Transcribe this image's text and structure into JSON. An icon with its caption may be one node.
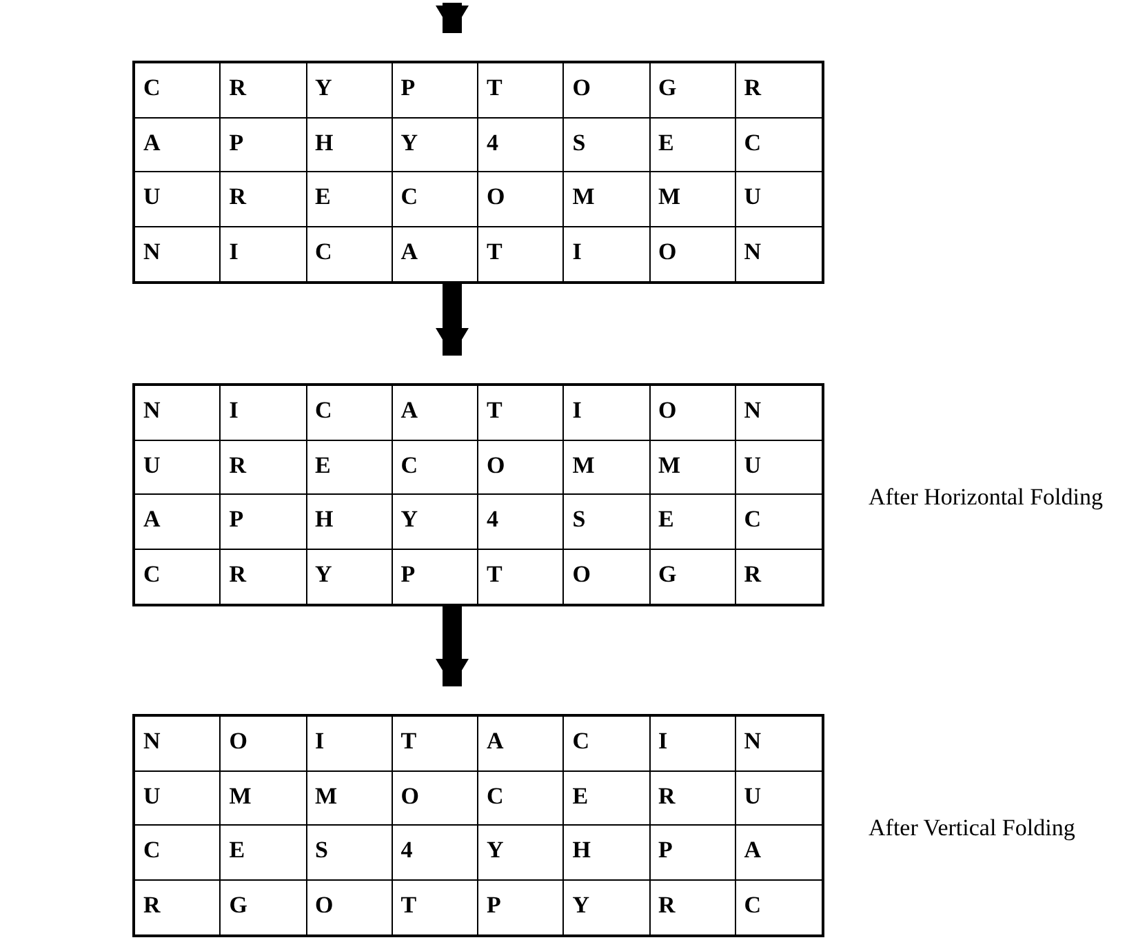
{
  "diagram": {
    "nodes": [
      {
        "text": [
          "C",
          "R",
          "Y",
          "P",
          "T",
          "O",
          "G",
          "R",
          "A",
          "P",
          "H",
          "Y",
          "4",
          "S",
          "E",
          "C",
          "U",
          "R",
          "E",
          "C",
          "O",
          "M",
          "M",
          "U",
          "N",
          "I",
          "C",
          "A",
          "T",
          "I",
          "O",
          "N"
        ]
      },
      {
        "text": [
          "N",
          "I",
          "C",
          "A",
          "T",
          "I",
          "O",
          "N",
          "U",
          "R",
          "E",
          "C",
          "O",
          "M",
          "M",
          "U",
          "A",
          "P",
          "H",
          "Y",
          "4",
          "S",
          "E",
          "C",
          "C",
          "R",
          "Y",
          "P",
          "T",
          "O",
          "G",
          "R"
        ],
        "beside": [
          "After Horizontal Folding"
        ]
      },
      {
        "text": [
          "N",
          "O",
          "I",
          "T",
          "A",
          "C",
          "I",
          "N",
          "U",
          "M",
          "M",
          "O",
          "C",
          "E",
          "R",
          "U",
          "C",
          "E",
          "S",
          "4",
          "Y",
          "H",
          "P",
          "A",
          "R",
          "G",
          "O",
          "T",
          "P",
          "Y",
          "R",
          "C"
        ],
        "beside": [
          "After Vertical Folding"
        ]
      }
    ],
    "edges": [
      {
        "from": null,
        "to": 0,
        "arrow": "to"
      },
      {
        "from": 0,
        "to": 1,
        "arrow": "to"
      },
      {
        "from": 1,
        "to": 2,
        "arrow": "to"
      }
    ]
  }
}
